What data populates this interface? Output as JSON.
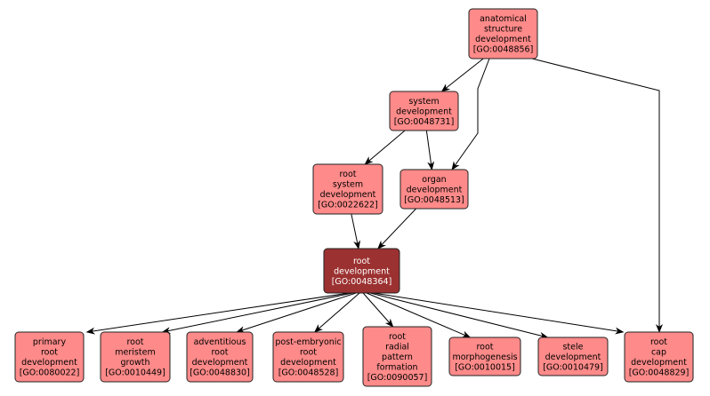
{
  "nodes": [
    {
      "id": "anat",
      "lines": [
        "anatomical",
        "structure",
        "development",
        "[GO:0048856]"
      ]
    },
    {
      "id": "system",
      "lines": [
        "system",
        "development",
        "[GO:0048731]"
      ]
    },
    {
      "id": "rootsys",
      "lines": [
        "root",
        "system",
        "development",
        "[GO:0022622]"
      ]
    },
    {
      "id": "organ",
      "lines": [
        "organ",
        "development",
        "[GO:0048513]"
      ]
    },
    {
      "id": "rootdev",
      "lines": [
        "root",
        "development",
        "[GO:0048364]"
      ],
      "selected": true
    },
    {
      "id": "primary",
      "lines": [
        "primary",
        "root",
        "development",
        "[GO:0080022]"
      ]
    },
    {
      "id": "meristem",
      "lines": [
        "root",
        "meristem",
        "growth",
        "[GO:0010449]"
      ]
    },
    {
      "id": "advent",
      "lines": [
        "adventitious",
        "root",
        "development",
        "[GO:0048830]"
      ]
    },
    {
      "id": "postemb",
      "lines": [
        "post-embryonic",
        "root",
        "development",
        "[GO:0048528]"
      ]
    },
    {
      "id": "radial",
      "lines": [
        "root",
        "radial",
        "pattern",
        "formation",
        "[GO:0090057]"
      ]
    },
    {
      "id": "morph",
      "lines": [
        "root",
        "morphogenesis",
        "[GO:0010015]"
      ]
    },
    {
      "id": "stele",
      "lines": [
        "stele",
        "development",
        "[GO:0010479]"
      ]
    },
    {
      "id": "cap",
      "lines": [
        "root",
        "cap",
        "development",
        "[GO:0048829]"
      ]
    }
  ],
  "edges": [
    [
      "anat",
      "system"
    ],
    [
      "anat",
      "organ"
    ],
    [
      "anat",
      "cap"
    ],
    [
      "system",
      "rootsys"
    ],
    [
      "system",
      "organ"
    ],
    [
      "rootsys",
      "rootdev"
    ],
    [
      "organ",
      "rootdev"
    ],
    [
      "rootdev",
      "primary"
    ],
    [
      "rootdev",
      "meristem"
    ],
    [
      "rootdev",
      "advent"
    ],
    [
      "rootdev",
      "postemb"
    ],
    [
      "rootdev",
      "radial"
    ],
    [
      "rootdev",
      "morph"
    ],
    [
      "rootdev",
      "stele"
    ],
    [
      "rootdev",
      "cap"
    ]
  ],
  "colors": {
    "node": "#fe8a89",
    "selected": "#9c3131"
  }
}
